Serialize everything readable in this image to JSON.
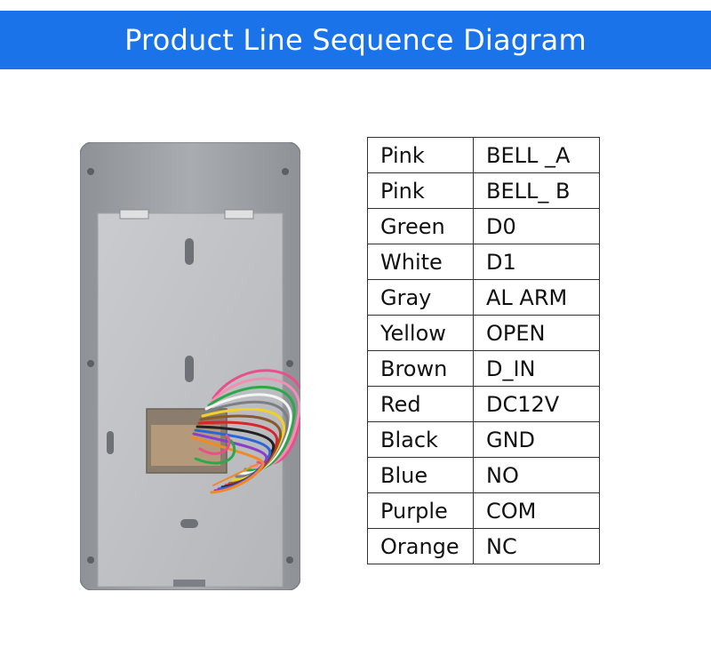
{
  "title": "Product Line Sequence Diagram",
  "wiring": [
    {
      "color": "Pink",
      "signal": "BELL _A"
    },
    {
      "color": "Pink",
      "signal": "BELL_ B"
    },
    {
      "color": "Green",
      "signal": "D0"
    },
    {
      "color": "White",
      "signal": "D1"
    },
    {
      "color": "Gray",
      "signal": "AL ARM"
    },
    {
      "color": "Yellow",
      "signal": "OPEN"
    },
    {
      "color": "Brown",
      "signal": "D_IN"
    },
    {
      "color": "Red",
      "signal": "DC12V"
    },
    {
      "color": "Black",
      "signal": "GND"
    },
    {
      "color": "Blue",
      "signal": "NO"
    },
    {
      "color": "Purple",
      "signal": "COM"
    },
    {
      "color": "Orange",
      "signal": "NC"
    }
  ],
  "colors": {
    "banner": "#1a73e8",
    "device_body": "#9ea1a5",
    "device_plate": "#c3c5c8"
  }
}
